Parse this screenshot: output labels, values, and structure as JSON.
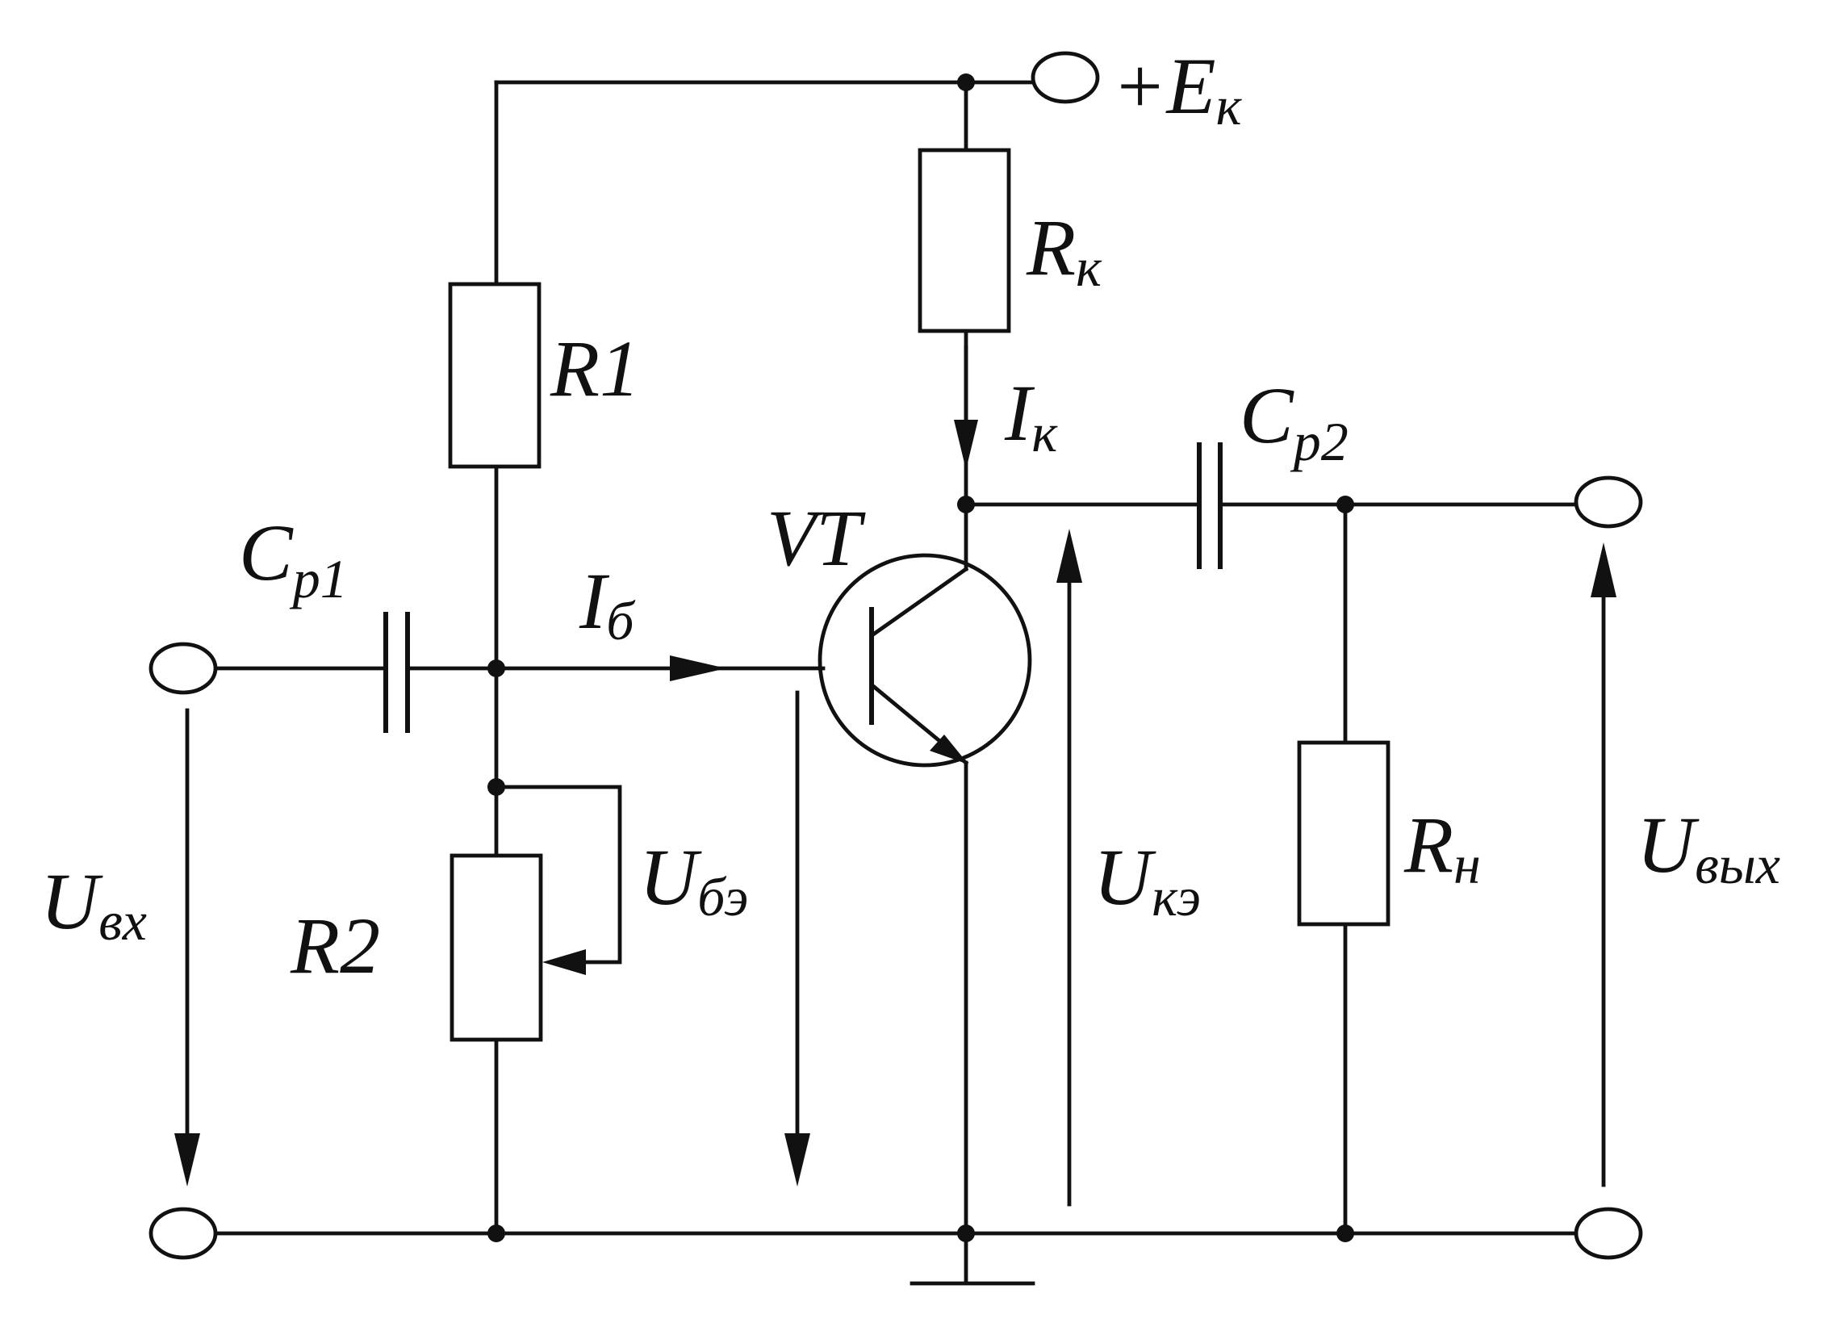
{
  "labels": {
    "supply": {
      "main": "+E",
      "sub": "к"
    },
    "rk": {
      "main": "R",
      "sub": "к"
    },
    "r1": {
      "main": "R1"
    },
    "r2": {
      "main": "R2"
    },
    "rn": {
      "main": "R",
      "sub": "н"
    },
    "ik": {
      "main": "I",
      "sub": "к"
    },
    "ib": {
      "main": "I",
      "sub": "б"
    },
    "cp1": {
      "main": "C",
      "sub": "p1"
    },
    "cp2": {
      "main": "C",
      "sub": "p2"
    },
    "vt": {
      "main": "VT"
    },
    "uvx": {
      "main": "U",
      "sub": "вх"
    },
    "ube": {
      "main": "U",
      "sub": "бэ"
    },
    "uke": {
      "main": "U",
      "sub": "кэ"
    },
    "uvyx": {
      "main": "U",
      "sub": "вых"
    }
  }
}
